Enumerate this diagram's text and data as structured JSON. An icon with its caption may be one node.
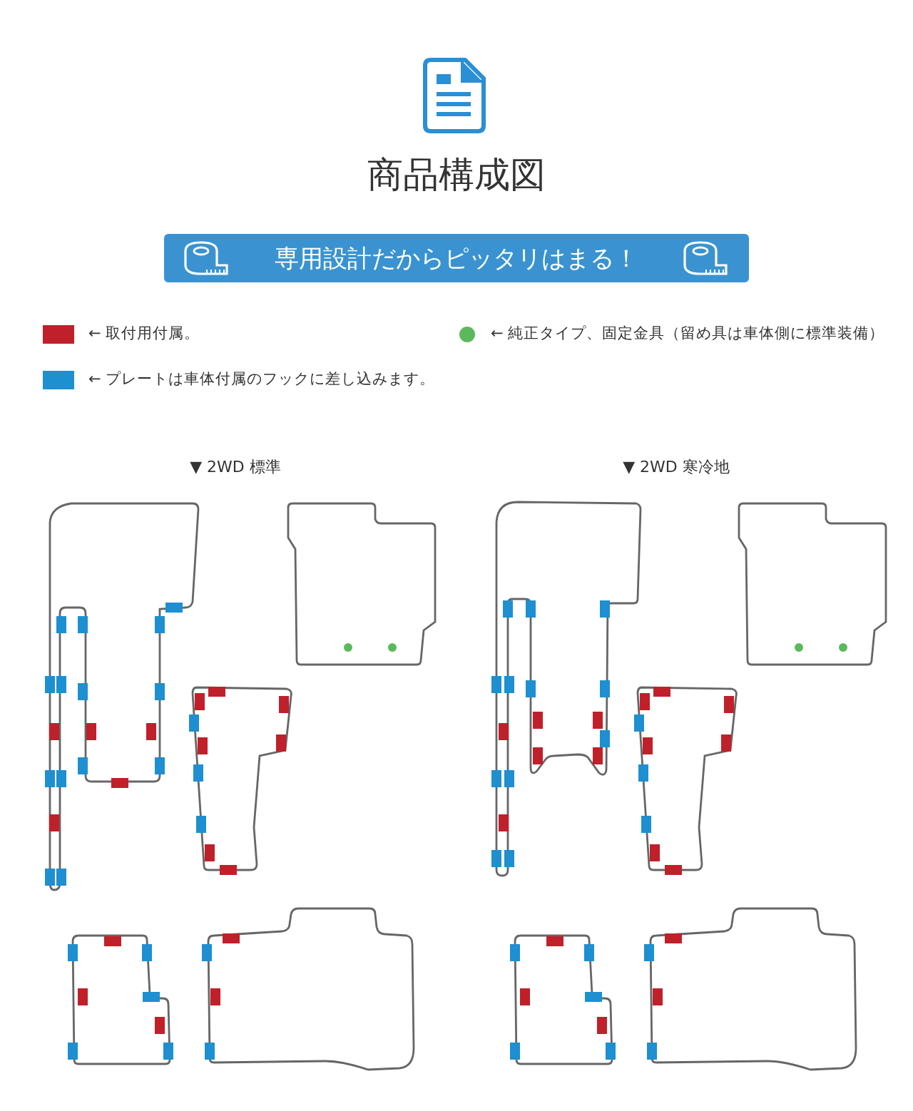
{
  "diagram": {
    "title": "商品構成図",
    "labels": [
      "専用設計だからピッタリはまる！",
      "▼ 2WD 標準",
      "▼ 2WD 寒冷地"
    ],
    "legend": [
      {
        "text": "← 取付用付属。",
        "color": "#c0202a"
      },
      {
        "text": "← 純正タイプ、固定金具（留め具は車体側に標準装備）",
        "color": "#5cb85c"
      },
      {
        "text": "← プレートは車体付属のフックに差し込みます。",
        "color": "#1e8fd0"
      }
    ]
  }
}
